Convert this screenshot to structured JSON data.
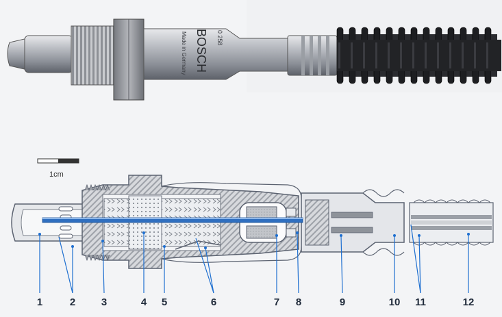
{
  "scale": {
    "label": "1cm"
  },
  "sensor_print": {
    "brand": "BOSCH",
    "made_in": "Made in Germany",
    "part_no": "0 258"
  },
  "labels": [
    "1",
    "2",
    "3",
    "4",
    "5",
    "6",
    "7",
    "8",
    "9",
    "10",
    "11",
    "12"
  ],
  "colors": {
    "leader": "#1e6fd0",
    "body_outline": "#5b6270",
    "ceramic": "#2f6fc0",
    "background": "#f3f4f6"
  }
}
